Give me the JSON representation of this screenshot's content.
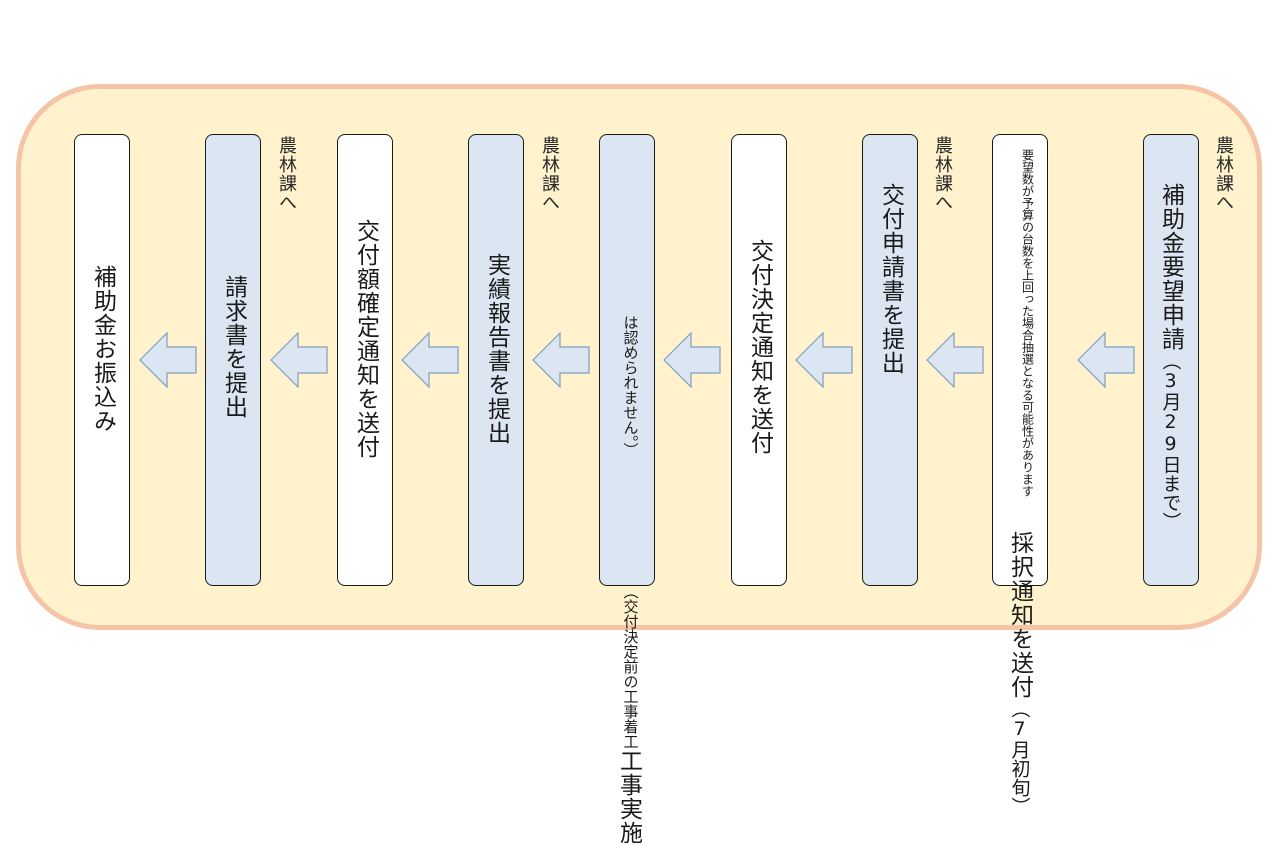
{
  "steps": [
    {
      "main": "補助金要望申請",
      "sub": "（3月29日まで）"
    },
    {
      "main": "採択通知を送付",
      "sub": "（7月初旬）",
      "note": "要望数が予算の台数を上回った場合抽選となる可能性があります"
    },
    {
      "main": "交付申請書を提出"
    },
    {
      "main": "交付決定通知を送付"
    },
    {
      "main": "工事実施",
      "note1": "（交付決定前の工事着工",
      "note2": "は認められません。）"
    },
    {
      "main": "実績報告書を提出"
    },
    {
      "main": "交付額確定通知を送付"
    },
    {
      "main": "請求書を提出"
    },
    {
      "main": "補助金お振込み"
    }
  ],
  "destinations": {
    "label": "農林課へ"
  },
  "colors": {
    "frame_fill": "#fff2cc",
    "frame_border": "#f5c4a6",
    "blue_box": "#dce6f2",
    "white_box": "#ffffff",
    "arrow_fill": "#dce6f2",
    "arrow_stroke": "#7f9fc0"
  }
}
